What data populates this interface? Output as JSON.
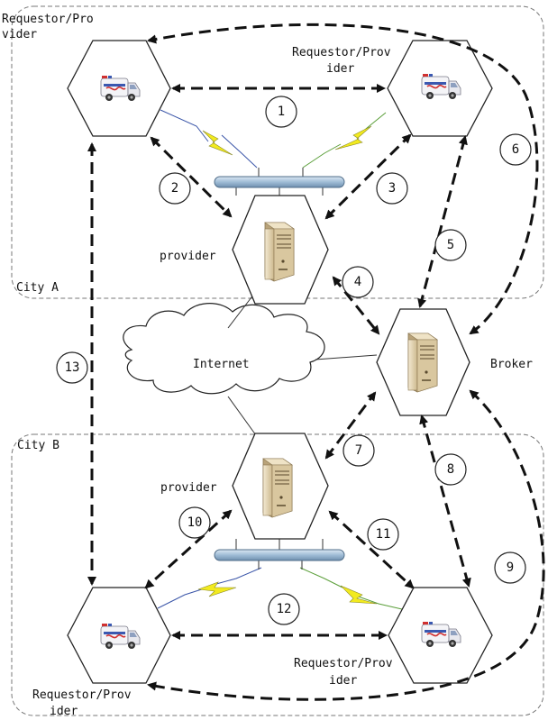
{
  "regions": {
    "city_a": "City A",
    "city_b": "City B"
  },
  "cloud_label": "Internet",
  "nodes": {
    "top_left": {
      "label_line1": "Requestor/Pro",
      "label_line2": "vider",
      "icon": "ambulance-icon"
    },
    "top_right": {
      "label_line1": "Requestor/Prov",
      "label_line2": "ider",
      "icon": "ambulance-icon"
    },
    "provider_a": {
      "label": "provider",
      "icon": "server-icon"
    },
    "broker": {
      "label": "Broker",
      "icon": "server-icon"
    },
    "provider_b": {
      "label": "provider",
      "icon": "server-icon"
    },
    "bottom_left": {
      "label_line1": "Requestor/Prov",
      "label_line2": "ider",
      "icon": "ambulance-icon"
    },
    "bottom_right": {
      "label_line1": "Requestor/Prov",
      "label_line2": "ider",
      "icon": "ambulance-icon"
    }
  },
  "steps": [
    "1",
    "2",
    "3",
    "4",
    "5",
    "6",
    "7",
    "8",
    "9",
    "10",
    "11",
    "12",
    "13"
  ],
  "colors": {
    "bus": "#a9c4dc",
    "lightning": "#f2ea1f",
    "link_blue": "#3a55a8",
    "link_green": "#5b9f3a",
    "server": "#e6d7b4",
    "ambulance": "#f2f2f5"
  }
}
